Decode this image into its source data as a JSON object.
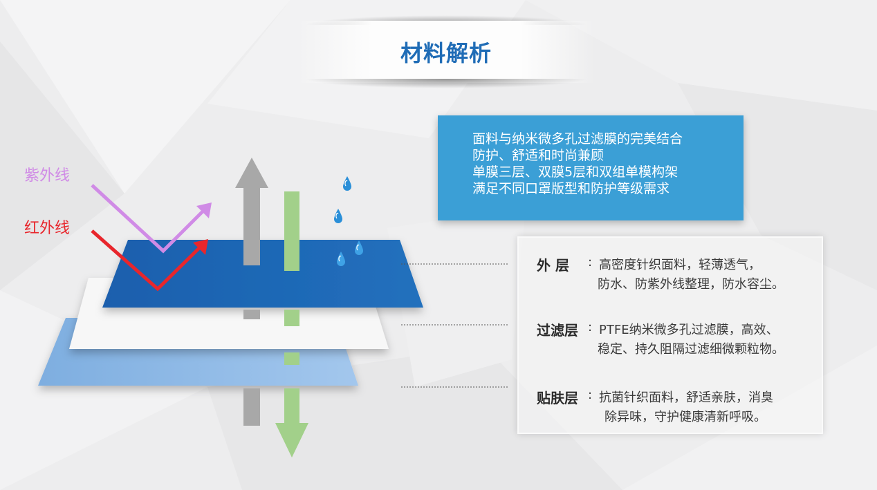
{
  "title": "材料解析",
  "info_box": {
    "lines": [
      "面料与纳米微多孔过滤膜的完美结合",
      "防护、舒适和时尚兼顾",
      "单膜三层、双膜5层和双组单模构架",
      "满足不同口罩版型和防护等级需求"
    ]
  },
  "labels": {
    "uv": "紫外线",
    "ir": "红外线"
  },
  "layers": [
    {
      "label": "外  层",
      "colon": ":",
      "desc_line1": "高密度针织面料，轻薄透气，",
      "desc_line2": "防水、防紫外线整理，防水容尘。"
    },
    {
      "label": "过滤层",
      "colon": ":",
      "desc_line1": "PTFE纳米微多孔过滤膜，高效、",
      "desc_line2": "稳定、持久阻隔过滤细微颗粒物。"
    },
    {
      "label": "贴肤层",
      "colon": ":",
      "desc_line1": "抗菌针织面料，舒适亲肤，消臭",
      "desc_line2": "除异味，守护健康清新呼吸。"
    }
  ],
  "colors": {
    "title": "#1f6cb6",
    "info_bg": "#3b9fd6",
    "outer_layer": "#1f6cb6",
    "filter_layer": "#f7f7f7",
    "skin_layer": "#8db8e6",
    "uv": "#d08be6",
    "ir": "#e8262c",
    "arrow_gray": "#a8a8a8",
    "arrow_green": "#a2d08a",
    "drop": "#2a8fd8"
  },
  "icons": [
    "water-drop-icon",
    "up-arrow-icon",
    "down-arrow-icon"
  ]
}
